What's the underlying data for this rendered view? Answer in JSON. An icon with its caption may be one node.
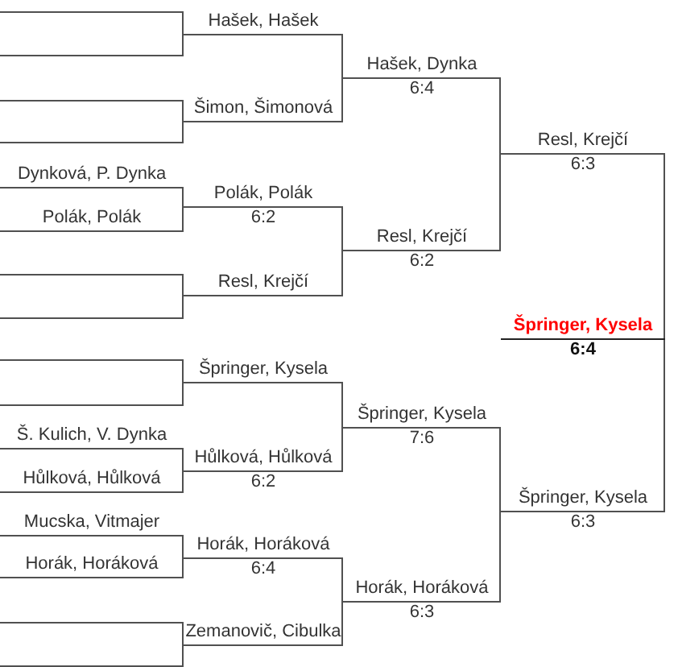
{
  "diagram": {
    "nodes": [
      {
        "text": [],
        "shape": "line"
      },
      {
        "text": [],
        "shape": "line"
      },
      {
        "text": [],
        "shape": "line"
      },
      {
        "text": [],
        "shape": "line"
      },
      {
        "text": [
          "Dynková, P. Dynka"
        ]
      },
      {
        "text": [
          "Polák, Polák"
        ]
      },
      {
        "text": [],
        "shape": "line"
      },
      {
        "text": [],
        "shape": "line"
      },
      {
        "text": [],
        "shape": "line"
      },
      {
        "text": [],
        "shape": "line"
      },
      {
        "text": [
          "Š. Kulich, V. Dynka"
        ]
      },
      {
        "text": [
          "Hůlková, Hůlková"
        ]
      },
      {
        "text": [
          "Mucska, Vitmajer"
        ]
      },
      {
        "text": [
          "Horák, Horáková"
        ]
      },
      {
        "text": [],
        "shape": "line"
      },
      {
        "text": [],
        "shape": "line"
      },
      {
        "text": [
          "Hašek, Hašek"
        ]
      },
      {
        "text": [
          "Šimon, Šimonová"
        ]
      },
      {
        "text": [
          "Polák, Polák",
          "6:2"
        ]
      },
      {
        "text": [
          "Resl, Krejčí"
        ]
      },
      {
        "text": [
          "Špringer, Kysela"
        ]
      },
      {
        "text": [
          "Hůlková, Hůlková",
          "6:2"
        ]
      },
      {
        "text": [
          "Horák, Horáková",
          "6:4"
        ]
      },
      {
        "text": [
          "Zemanovič, Cibulka"
        ]
      },
      {
        "text": [
          "Hašek, Dynka",
          "6:4"
        ]
      },
      {
        "text": [
          "Resl, Krejčí",
          "6:2"
        ]
      },
      {
        "text": [
          "Špringer, Kysela",
          "7:6"
        ]
      },
      {
        "text": [
          "Horák, Horáková",
          "6:3"
        ]
      },
      {
        "text": [
          "Resl, Krejčí",
          "6:3"
        ]
      },
      {
        "text": [
          "Špringer, Kysela",
          "6:3"
        ]
      },
      {
        "text": [
          "Špringer, Kysela",
          "6:4"
        ]
      }
    ],
    "edges": [
      {
        "from": 0,
        "to": 16,
        "arrow": "none"
      },
      {
        "from": 1,
        "to": 16,
        "arrow": "none"
      },
      {
        "from": 2,
        "to": 17,
        "arrow": "none"
      },
      {
        "from": 3,
        "to": 17,
        "arrow": "none"
      },
      {
        "from": 4,
        "to": 18,
        "arrow": "none"
      },
      {
        "from": 5,
        "to": 18,
        "arrow": "none"
      },
      {
        "from": 6,
        "to": 19,
        "arrow": "none"
      },
      {
        "from": 7,
        "to": 19,
        "arrow": "none"
      },
      {
        "from": 8,
        "to": 20,
        "arrow": "none"
      },
      {
        "from": 9,
        "to": 20,
        "arrow": "none"
      },
      {
        "from": 10,
        "to": 21,
        "arrow": "none"
      },
      {
        "from": 11,
        "to": 21,
        "arrow": "none"
      },
      {
        "from": 12,
        "to": 22,
        "arrow": "none"
      },
      {
        "from": 13,
        "to": 22,
        "arrow": "none"
      },
      {
        "from": 14,
        "to": 23,
        "arrow": "none"
      },
      {
        "from": 15,
        "to": 23,
        "arrow": "none"
      },
      {
        "from": 16,
        "to": 24,
        "arrow": "none"
      },
      {
        "from": 17,
        "to": 24,
        "arrow": "none"
      },
      {
        "from": 18,
        "to": 25,
        "arrow": "none"
      },
      {
        "from": 19,
        "to": 25,
        "arrow": "none"
      },
      {
        "from": 20,
        "to": 26,
        "arrow": "none"
      },
      {
        "from": 21,
        "to": 26,
        "arrow": "none"
      },
      {
        "from": 22,
        "to": 27,
        "arrow": "none"
      },
      {
        "from": 23,
        "to": 27,
        "arrow": "none"
      },
      {
        "from": 24,
        "to": 28,
        "arrow": "none"
      },
      {
        "from": 25,
        "to": 28,
        "arrow": "none"
      },
      {
        "from": 26,
        "to": 29,
        "arrow": "none"
      },
      {
        "from": 27,
        "to": 29,
        "arrow": "none"
      },
      {
        "from": 28,
        "to": 30,
        "arrow": "none"
      },
      {
        "from": 29,
        "to": 30,
        "arrow": "none"
      }
    ]
  }
}
